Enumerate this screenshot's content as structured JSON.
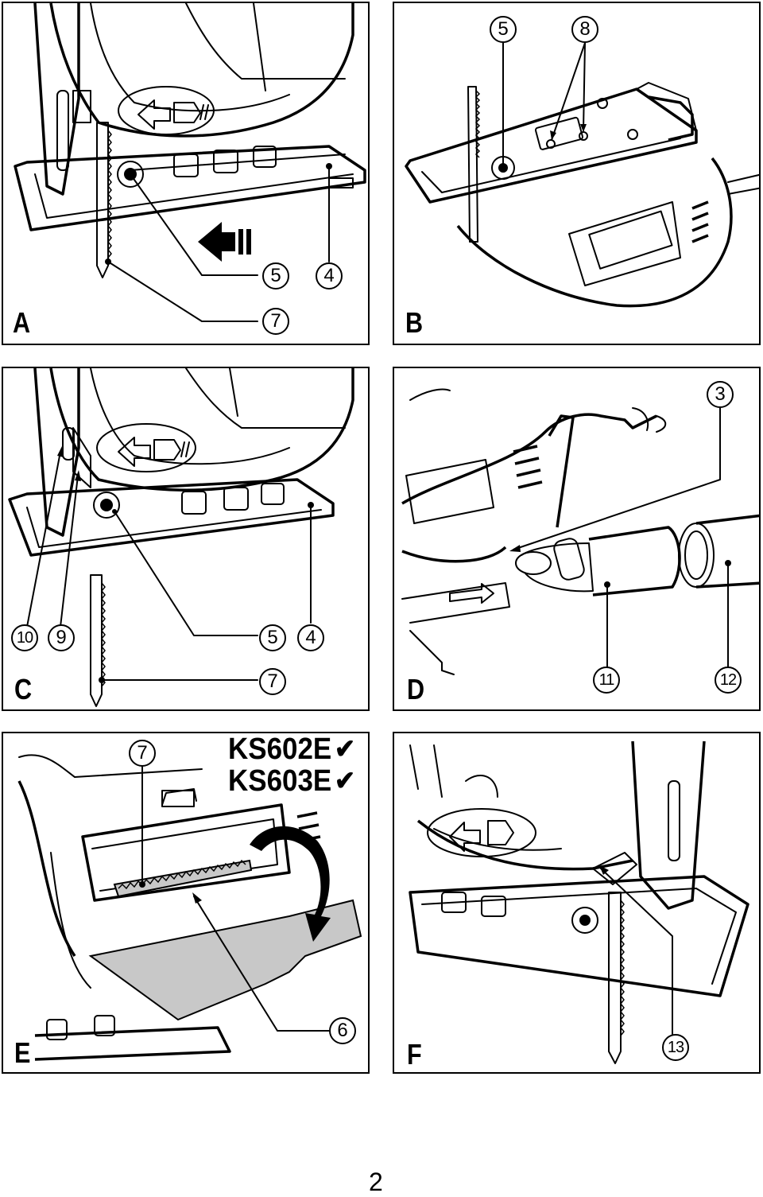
{
  "page": {
    "number": "2"
  },
  "panels": [
    {
      "id": "A",
      "label": "A",
      "callouts": [
        "5",
        "4",
        "7"
      ]
    },
    {
      "id": "B",
      "label": "B",
      "callouts": [
        "5",
        "8"
      ]
    },
    {
      "id": "C",
      "label": "C",
      "callouts": [
        "10",
        "9",
        "5",
        "4",
        "7"
      ]
    },
    {
      "id": "D",
      "label": "D",
      "callouts": [
        "3",
        "11",
        "12"
      ]
    },
    {
      "id": "E",
      "label": "E",
      "callouts": [
        "7",
        "6"
      ],
      "models": [
        "KS602E",
        "KS603E"
      ],
      "check_icon": "checkmark-icon"
    },
    {
      "id": "F",
      "label": "F",
      "callouts": [
        "13"
      ]
    }
  ]
}
